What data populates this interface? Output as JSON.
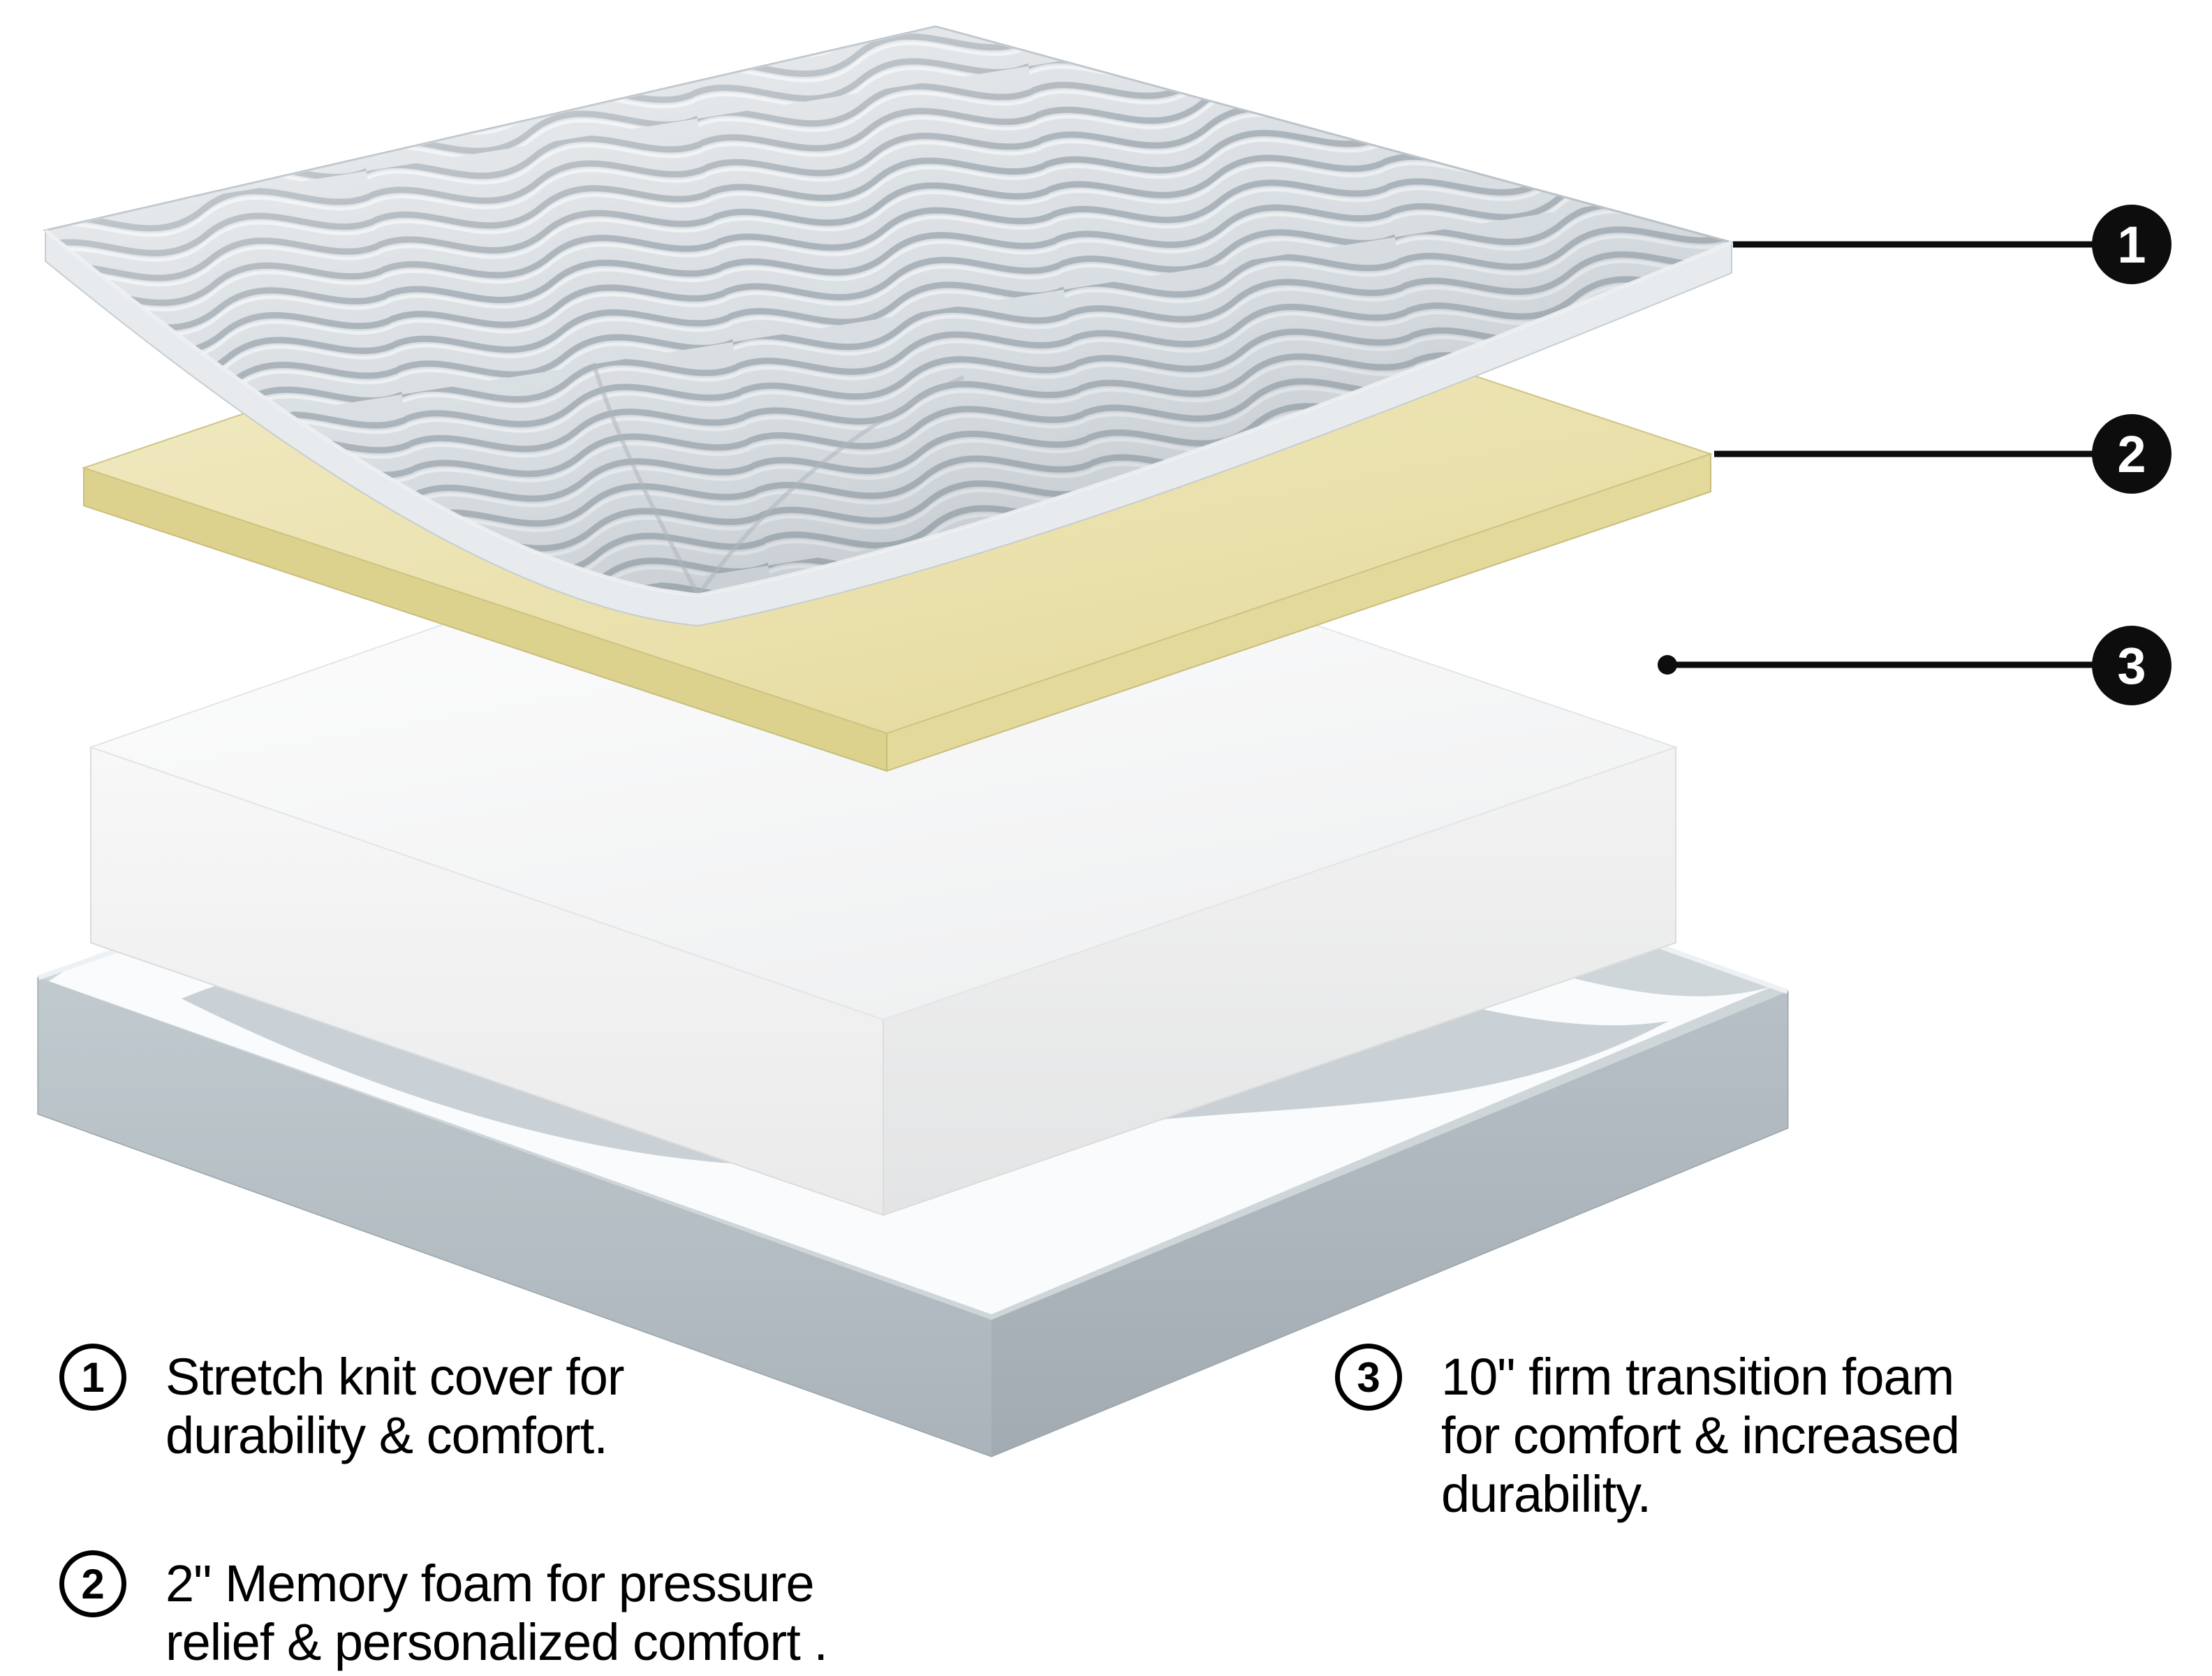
{
  "diagram": {
    "callouts": [
      {
        "number": "1"
      },
      {
        "number": "2"
      },
      {
        "number": "3"
      }
    ]
  },
  "legend": {
    "items": [
      {
        "number": "1",
        "lines": [
          "Stretch knit cover for",
          "durability & comfort."
        ]
      },
      {
        "number": "2",
        "lines": [
          "2\" Memory foam for pressure",
          "relief & personalized comfort ."
        ]
      },
      {
        "number": "3",
        "lines": [
          "10\" firm transition foam",
          "for comfort & increased",
          "durability."
        ]
      }
    ]
  },
  "colors": {
    "callout_black": "#0d0d0d",
    "cover_fabric_gray": "#d9dee2",
    "cover_wave_line": "#a3adb4",
    "memory_foam_yellow": "#ece3b2",
    "transition_foam_white": "#fdfdfe",
    "base_gray": "#c5ced3",
    "background": "#ffffff"
  }
}
